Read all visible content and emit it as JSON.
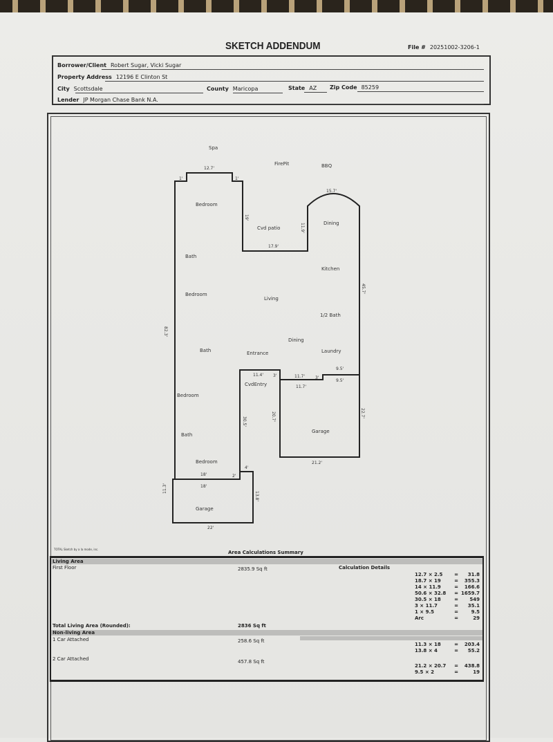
{
  "header": {
    "title": "SKETCH ADDENDUM",
    "file_label": "File #",
    "file_number": "20251002-3206-1"
  },
  "fields": {
    "borrower_label": "Borrower/Client",
    "borrower": "Robert Sugar, Vicki Sugar",
    "address_label": "Property Address",
    "address": "12196 E Clinton St",
    "city_label": "City",
    "city": "Scottsdale",
    "county_label": "County",
    "county": "Maricopa",
    "state_label": "State",
    "state": "AZ",
    "zip_label": "Zip Code",
    "zip": "85259",
    "lender_label": "Lender",
    "lender": "JP Morgan Chase Bank N.A."
  },
  "sketch": {
    "labels": {
      "spa": "Spa",
      "firepit": "FirePit",
      "bbq": "BBQ",
      "bedroom1": "Bedroom",
      "cvd_patio": "Cvd patio",
      "dining1": "Dining",
      "bath1": "Bath",
      "kitchen": "Kitchen",
      "bedroom2": "Bedroom",
      "living": "Living",
      "half_bath": "1/2 Bath",
      "dining2": "Dining",
      "bath2": "Bath",
      "entrance": "Entrance",
      "laundry": "Laundry",
      "cvd_entry": "CvdEntry",
      "bedroom3": "Bedroom",
      "garage2": "Garage",
      "bath3": "Bath",
      "bedroom4": "Bedroom",
      "garage1": "Garage"
    },
    "dimensions": {
      "d12_7": "12.7'",
      "d1a": "1'",
      "d1b": "1'",
      "d15_7": "15.7'",
      "d19": "19'",
      "d11_9": "11.9'",
      "d17_9": "17.9'",
      "d45_7": "45.7'",
      "d82_3": "82.3'",
      "d11_4": "11.4'",
      "d11_7a": "11.7'",
      "d11_7b": "11.7'",
      "d9_5a": "9.5'",
      "d9_5b": "9.5'",
      "d3a": "3'",
      "d3b": "3'",
      "d30_5": "30.5'",
      "d20_7": "20.7'",
      "d22_7": "22.7'",
      "d21_2": "21.2'",
      "d4": "4'",
      "d2": "2'",
      "d18a": "18'",
      "d18b": "18'",
      "d11_3": "11.3'",
      "d13_8": "13.8'",
      "d22": "22'"
    },
    "credit": "TOTAL Sketch by a la mode, inc."
  },
  "summary": {
    "title": "Area Calculations Summary",
    "living_area_label": "Living Area",
    "first_floor_label": "First Floor",
    "first_floor_value": "2835.9 Sq ft",
    "calc_details_label": "Calculation Details",
    "living_calcs": [
      {
        "expr": "12.7 × 2.5",
        "value": "31.8"
      },
      {
        "expr": "18.7 × 19",
        "value": "355.3"
      },
      {
        "expr": "14 × 11.9",
        "value": "166.6"
      },
      {
        "expr": "50.6 × 32.8",
        "value": "1659.7"
      },
      {
        "expr": "30.5 × 18",
        "value": "549"
      },
      {
        "expr": "3 × 11.7",
        "value": "35.1"
      },
      {
        "expr": "1 × 9.5",
        "value": "9.5"
      },
      {
        "expr": "Arc",
        "value": "29"
      }
    ],
    "total_label": "Total Living Area (Rounded):",
    "total_value": "2836 Sq ft",
    "non_living_label": "Non-living Area",
    "car1_label": "1 Car Attached",
    "car1_value": "258.6 Sq ft",
    "car1_calcs": [
      {
        "expr": "11.3 × 18",
        "value": "203.4"
      },
      {
        "expr": "13.8 × 4",
        "value": "55.2"
      }
    ],
    "car2_label": "2 Car Attached",
    "car2_value": "457.8 Sq ft",
    "car2_calcs": [
      {
        "expr": "21.2 × 20.7",
        "value": "438.8"
      },
      {
        "expr": "9.5 × 2",
        "value": "19"
      }
    ]
  }
}
